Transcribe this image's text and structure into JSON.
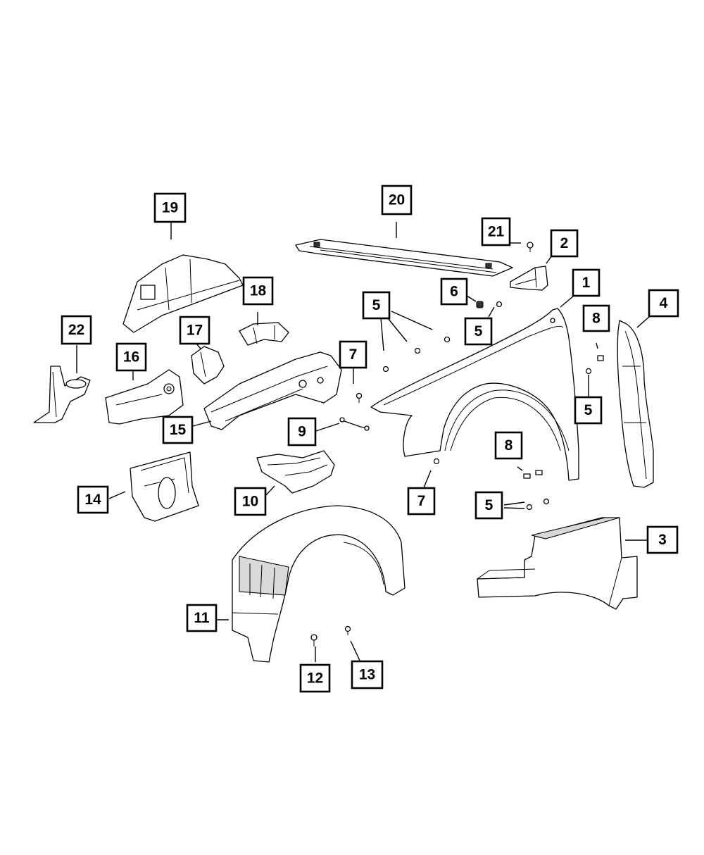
{
  "diagram": {
    "callouts": [
      {
        "id": "1",
        "label": "1"
      },
      {
        "id": "2",
        "label": "2"
      },
      {
        "id": "3",
        "label": "3"
      },
      {
        "id": "4",
        "label": "4"
      },
      {
        "id": "5a",
        "label": "5"
      },
      {
        "id": "5b",
        "label": "5"
      },
      {
        "id": "5c",
        "label": "5"
      },
      {
        "id": "5d",
        "label": "5"
      },
      {
        "id": "6",
        "label": "6"
      },
      {
        "id": "7a",
        "label": "7"
      },
      {
        "id": "7b",
        "label": "7"
      },
      {
        "id": "8a",
        "label": "8"
      },
      {
        "id": "8b",
        "label": "8"
      },
      {
        "id": "9",
        "label": "9"
      },
      {
        "id": "10",
        "label": "10"
      },
      {
        "id": "11",
        "label": "11"
      },
      {
        "id": "12",
        "label": "12"
      },
      {
        "id": "13",
        "label": "13"
      },
      {
        "id": "14",
        "label": "14"
      },
      {
        "id": "15",
        "label": "15"
      },
      {
        "id": "16",
        "label": "16"
      },
      {
        "id": "17",
        "label": "17"
      },
      {
        "id": "18",
        "label": "18"
      },
      {
        "id": "19",
        "label": "19"
      },
      {
        "id": "20",
        "label": "20"
      },
      {
        "id": "21",
        "label": "21"
      },
      {
        "id": "22",
        "label": "22"
      }
    ]
  },
  "colors": {
    "line": "#000000",
    "background": "#ffffff",
    "shade": "#d9d9d9"
  }
}
